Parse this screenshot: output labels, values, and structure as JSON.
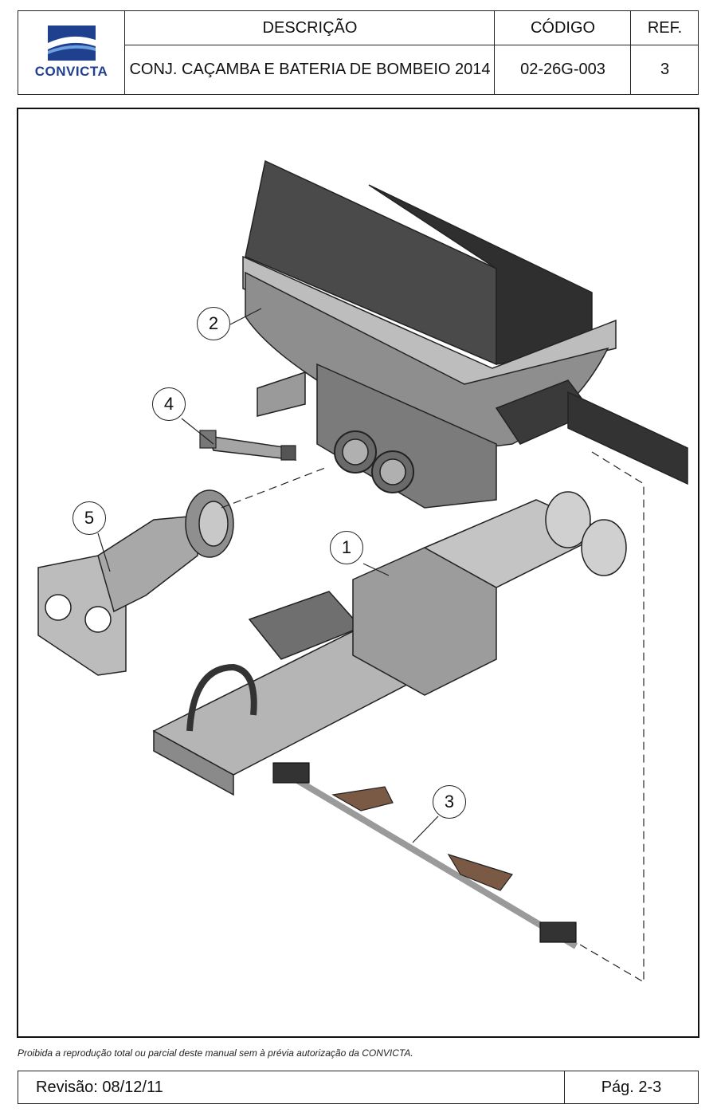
{
  "header": {
    "logo_text": "CONVICTA",
    "col_descricao": "DESCRIÇÃO",
    "col_codigo": "CÓDIGO",
    "col_ref": "REF.",
    "descricao": "CONJ. CAÇAMBA E BATERIA DE BOMBEIO 2014",
    "codigo": "02-26G-003",
    "ref": "3"
  },
  "callouts": [
    "2",
    "4",
    "5",
    "1",
    "3"
  ],
  "notice": "Proibida a reprodução total ou parcial deste manual sem à prévia autorização da CONVICTA.",
  "footer": {
    "revisao": "Revisão: 08/12/11",
    "pagina": "Pág. 2-3"
  },
  "colors": {
    "logo_blue": "#1f3f8f",
    "part_gray": "#9a9a9a",
    "hopper_dark": "#3a3a3a",
    "bracket_brown": "#7a5a44"
  }
}
